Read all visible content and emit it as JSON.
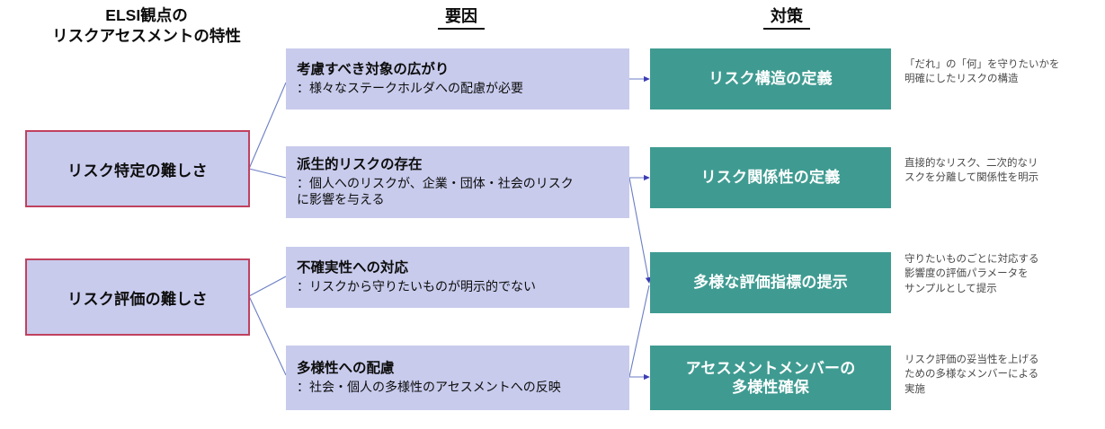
{
  "diagram": {
    "left_title": "ELSI観点の\nリスクアセスメントの特性",
    "columns": {
      "factor_header": "要因",
      "measure_header": "対策"
    },
    "colors": {
      "box_lavender": "#c8cbec",
      "box_border_crimson": "#c0415f",
      "measure_teal": "#3f9b91",
      "connector_blue": "#5b6fbf",
      "arrow_navy": "#3b3bb3",
      "note_gray": "#4a4a4a"
    },
    "characteristics": [
      {
        "label": "リスク特定の難しさ"
      },
      {
        "label": "リスク評価の難しさ"
      }
    ],
    "factors": [
      {
        "title": "考慮すべき対象の広がり",
        "desc": "：様々なステークホルダへの配慮が必要"
      },
      {
        "title": "派生的リスクの存在",
        "desc": "：個人へのリスクが、企業・団体・社会のリスク\nに影響を与える"
      },
      {
        "title": "不確実性への対応",
        "desc": "：リスクから守りたいものが明示的でない"
      },
      {
        "title": "多様性への配慮",
        "desc": "：社会・個人の多様性のアセスメントへの反映"
      }
    ],
    "measures": [
      {
        "label": "リスク構造の定義",
        "note": "「だれ」の「何」を守りたいかを\n明確にしたリスクの構造"
      },
      {
        "label": "リスク関係性の定義",
        "note": "直接的なリスク、二次的なリ\nスクを分離して関係性を明示"
      },
      {
        "label": "多様な評価指標の提示",
        "note": "守りたいものごとに対応する\n影響度の評価パラメータを\nサンプルとして提示"
      },
      {
        "label": "アセスメントメンバーの\n多様性確保",
        "note": "リスク評価の妥当性を上げる\nための多様なメンバーによる\n実施"
      }
    ]
  }
}
